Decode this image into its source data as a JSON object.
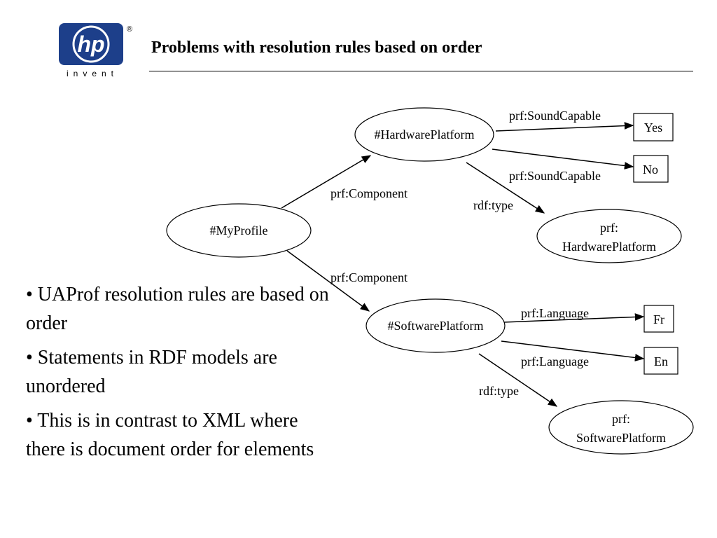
{
  "header": {
    "logo_text": "hp",
    "logo_mark": "®",
    "logo_wordmark": "invent",
    "title": "Problems with resolution rules based on order"
  },
  "diagram": {
    "nodes": {
      "my_profile": "#MyProfile",
      "hardware_platform": "#HardwarePlatform",
      "software_platform": "#SoftwarePlatform",
      "hw_type_line1": "prf:",
      "hw_type_line2": "HardwarePlatform",
      "sw_type_line1": "prf:",
      "sw_type_line2": "SoftwarePlatform",
      "yes": "Yes",
      "no": "No",
      "fr": "Fr",
      "en": "En"
    },
    "edges": {
      "component_top": "prf:Component",
      "component_bottom": "prf:Component",
      "sound_capable_1": "prf:SoundCapable",
      "sound_capable_2": "prf:SoundCapable",
      "hw_type": "rdf:type",
      "language_1": "prf:Language",
      "language_2": "prf:Language",
      "sw_type": "rdf:type"
    }
  },
  "bullets": [
    "• UAProf resolution rules are based on order",
    "• Statements in RDF models are unordered",
    "• This is in contrast to XML where there is document order for elements"
  ]
}
